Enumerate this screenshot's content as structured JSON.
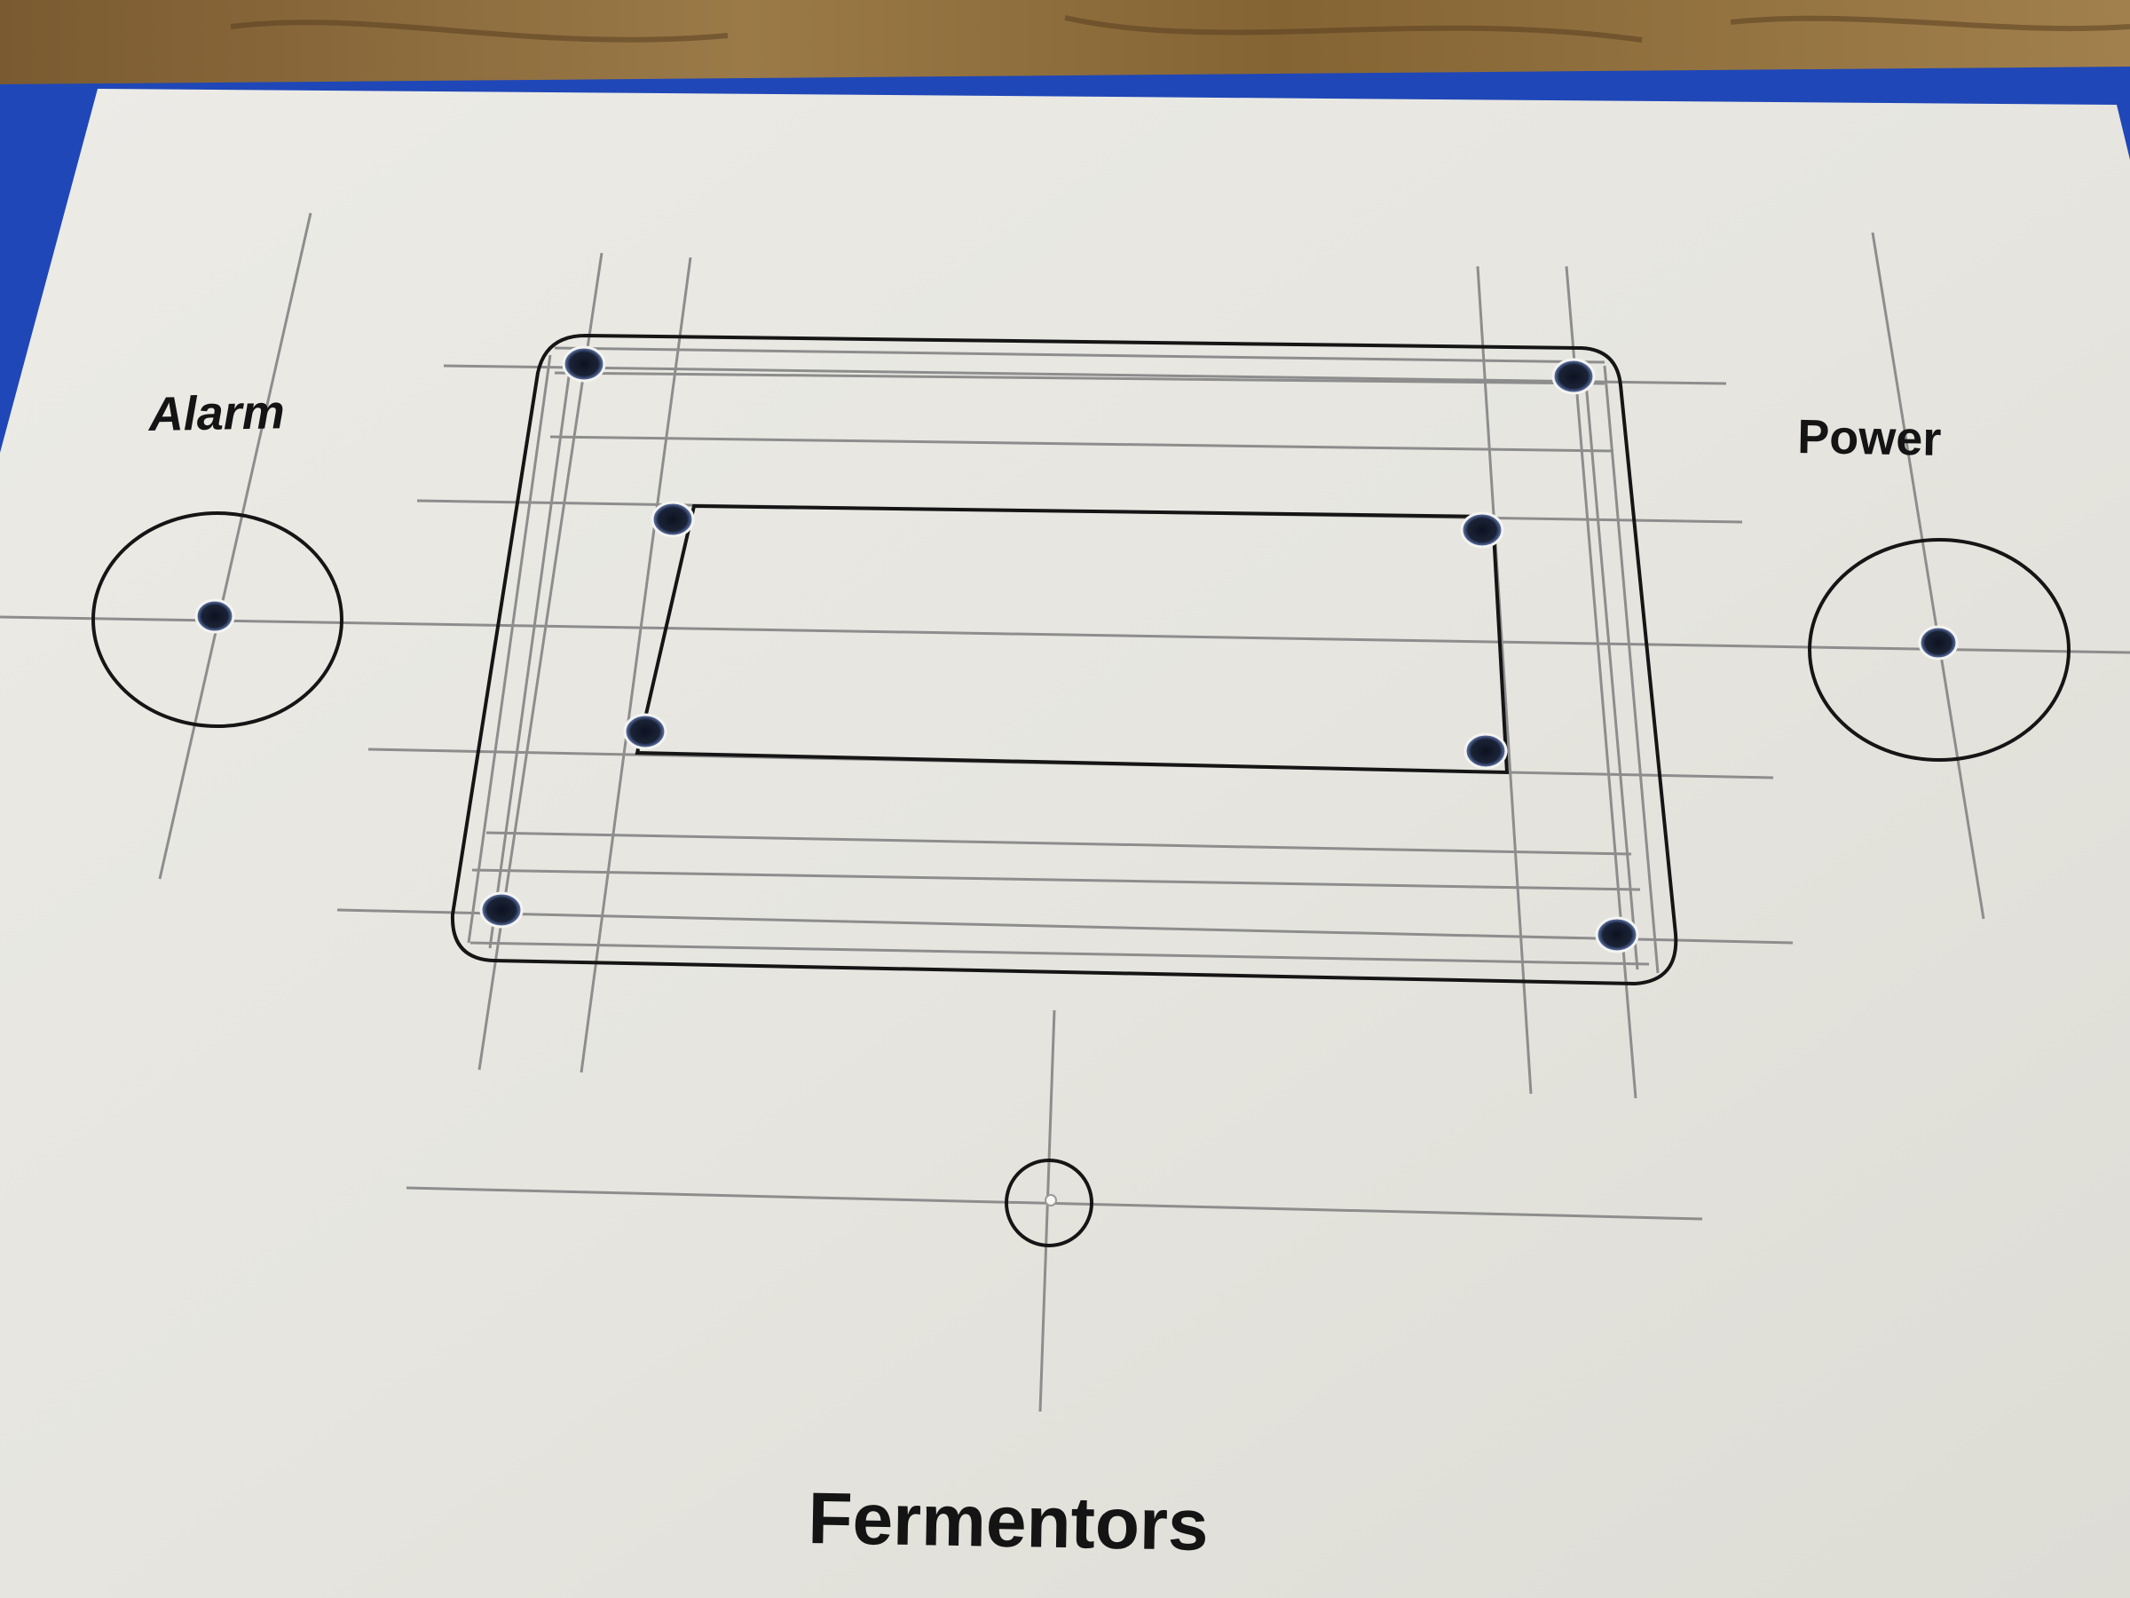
{
  "labels": {
    "alarm": "Alarm",
    "power": "Power",
    "fermentors": "Fermentors"
  },
  "colors": {
    "wood": "#8a6a3c",
    "wood_dark": "#5a4020",
    "tape": "#1f47b8",
    "paper": "#e8e7e1",
    "guide_line": "#8d8d8d",
    "outline": "#151515",
    "hole": "#121826"
  }
}
